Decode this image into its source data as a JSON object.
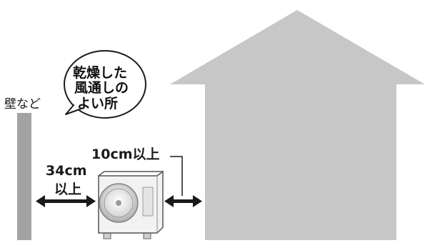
{
  "labels": {
    "wall": "壁など",
    "bubble_line1": "乾燥した",
    "bubble_line2": "風通しの",
    "bubble_line3": "よい所",
    "house_clearance": "10cm以上",
    "wall_clearance_line1": "34cm",
    "wall_clearance_line2": "以上"
  },
  "colors": {
    "house": "#c7c7c7",
    "wall": "#a3a3a3",
    "unit_body": "#f2f2f2",
    "unit_outline": "#555555",
    "arrow": "#1a1a1a"
  },
  "icons": {
    "outdoor_unit": "air-conditioner-outdoor-unit-icon",
    "arrows": "double-headed-arrow-icon"
  }
}
